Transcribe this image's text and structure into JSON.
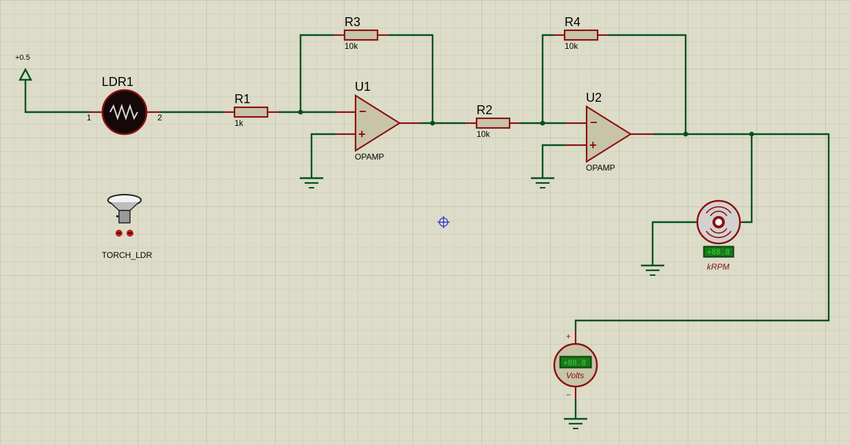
{
  "colors": {
    "background": "#dcdcc8",
    "grid_minor": "#c9c9b4",
    "grid_major": "#b3b39d",
    "wire": "#00501e",
    "component": "#8a1010",
    "component_fill": "#c8c4a8"
  },
  "source": {
    "label": "+0.5"
  },
  "ldr": {
    "ref": "LDR1",
    "pin1": "1",
    "pin2": "2"
  },
  "torch": {
    "label": "TORCH_LDR"
  },
  "r1": {
    "ref": "R1",
    "value": "1k"
  },
  "r2": {
    "ref": "R2",
    "value": "10k"
  },
  "r3": {
    "ref": "R3",
    "value": "10k"
  },
  "r4": {
    "ref": "R4",
    "value": "10k"
  },
  "u1": {
    "ref": "U1",
    "type": "OPAMP",
    "minus": "−",
    "plus": "+"
  },
  "u2": {
    "ref": "U2",
    "type": "OPAMP",
    "minus": "−",
    "plus": "+"
  },
  "motor": {
    "display": "+88.8",
    "unit": "kRPM"
  },
  "voltmeter": {
    "display": "+88.8",
    "unit": "Volts",
    "plus": "+",
    "minus": "−"
  }
}
